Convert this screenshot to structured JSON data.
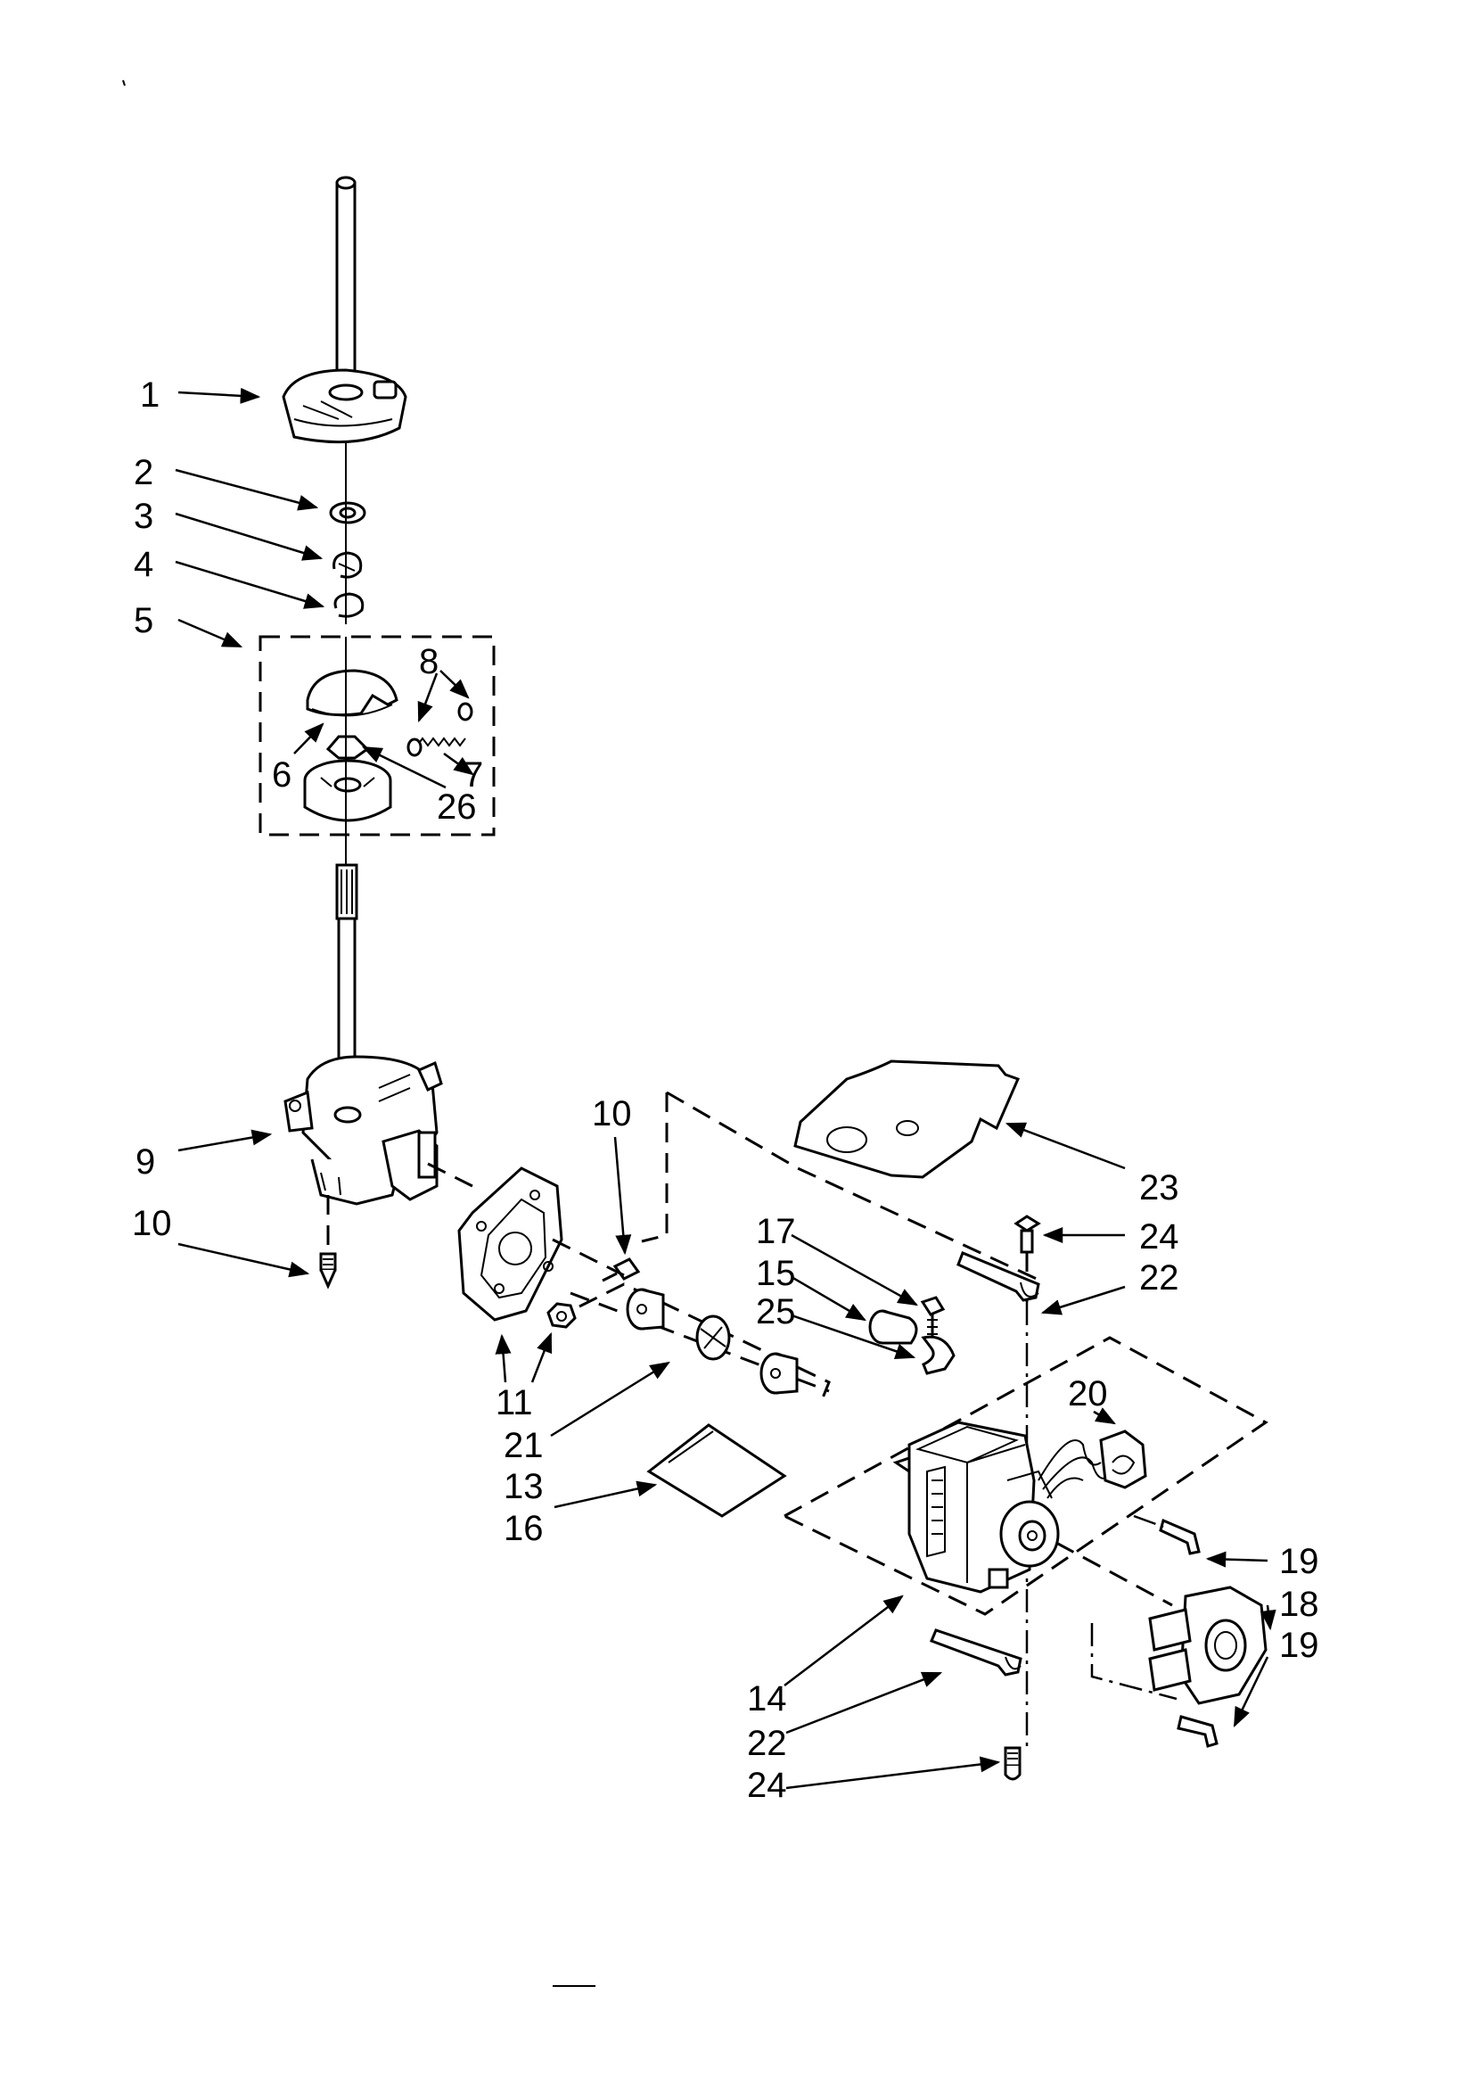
{
  "callouts": {
    "c1": "1",
    "c2": "2",
    "c3": "3",
    "c4": "4",
    "c5": "5",
    "c6": "6",
    "c7": "7",
    "c8": "8",
    "c9": "9",
    "c10a": "10",
    "c10b": "10",
    "c11": "11",
    "c13": "13",
    "c14": "14",
    "c15": "15",
    "c16": "16",
    "c17": "17",
    "c18": "18",
    "c19a": "19",
    "c19b": "19",
    "c20": "20",
    "c21": "21",
    "c22a": "22",
    "c22b": "22",
    "c23": "23",
    "c24a": "24",
    "c24b": "24",
    "c25": "25",
    "c26": "26"
  },
  "colors": {
    "ink": "#000000",
    "paper": "#ffffff"
  }
}
